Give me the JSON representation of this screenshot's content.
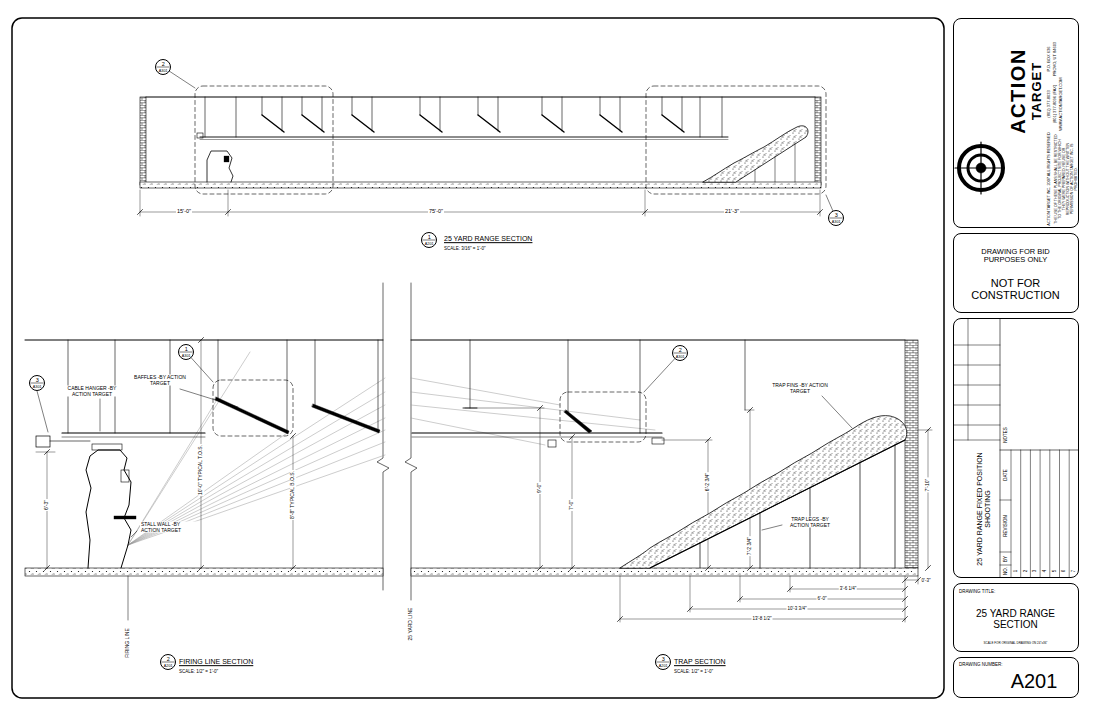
{
  "diagram": {
    "nodes": [
      {
        "text": [
          "2",
          "A301"
        ]
      },
      {
        "text": [
          "3",
          "A301"
        ]
      },
      {
        "text": [
          "1",
          "A201"
        ]
      },
      {
        "text": [
          "3",
          "A301"
        ]
      },
      {
        "text": [
          "1",
          "A301"
        ]
      },
      {
        "text": [
          "2",
          "A301"
        ]
      },
      {
        "text": [
          "2",
          "A201"
        ]
      },
      {
        "text": [
          "3",
          "A201"
        ]
      },
      {
        "text": [
          "ACTION",
          "TARGET",
          "P.O. BOX 636",
          "PROVO, UT 84603",
          "(801) 377-8033",
          "(801) 377-8096 (FAX)",
          "WWW.ACTIONTARGET.COM",
          "THE USE OF THESE PLANS SHALL BE RESTRICTED TO THE ORIGINAL PROJECT SITE FOR WHICH THEY WERE PREPARED. REUSE OR REPRODUCTION WITHOUT THE WRITTEN PERMISSION OF ACTION TARGET INC. IS PROHIBITED.",
          "ACTION TARGET INC. 2007 ALL RIGHTS RESERVED"
        ]
      },
      {
        "text": [
          "DRAWING FOR BID PURPOSES ONLY",
          "NOT FOR CONSTRUCTION"
        ]
      },
      {
        "text": [
          "25 YARD RANGE FIXED POSITION SHOOTING"
        ]
      },
      {
        "text": [
          "DRAWING TITLE:",
          "25 YARD RANGE SECTION",
          "SCALE FOR ORIGINAL DRAWING ON 24\"x36\""
        ]
      },
      {
        "text": [
          "DRAWING NUMBER:",
          "A201"
        ]
      }
    ],
    "labels": [
      "15'-0\"",
      "75'-0\"",
      "21'-3\"",
      "25 YARD RANGE SECTION",
      "SCALE: 3/16\" = 1'-0\"",
      "CABLE HANGER -BY ACTION TARGET",
      "BAFFLES -BY ACTION TARGET",
      "6'-3\"",
      "10'-0\" TYPICAL T.O.S.",
      "8'-8\" TYPICAL B.O.S.",
      "STALL WALL -BY ACTION TARGET",
      "FIRING LINE",
      "9'-0\"",
      "7'-0\"",
      "6'-2 3/4\"",
      "TRAP FINS -BY ACTION TARGET",
      "7'-2 3/4\"",
      "TRAP LEGS -BY ACTION TARGET",
      "7'-10\"",
      "25 YARD LINE",
      "0'-3\"",
      "3'-6 1/4\"",
      "6'-0\"",
      "10'-3 3/4\"",
      "13'-8 1/2\"",
      "FIRING LINE SECTION",
      "SCALE: 1/2\" = 1'-0\"",
      "TRAP SECTION",
      "SCALE: 1/2\" = 1'-0\"",
      "NOTES",
      "NO.",
      "BY",
      "REVISION",
      "DATE",
      "1",
      "2",
      "3",
      "4",
      "5",
      "6",
      "7"
    ]
  }
}
